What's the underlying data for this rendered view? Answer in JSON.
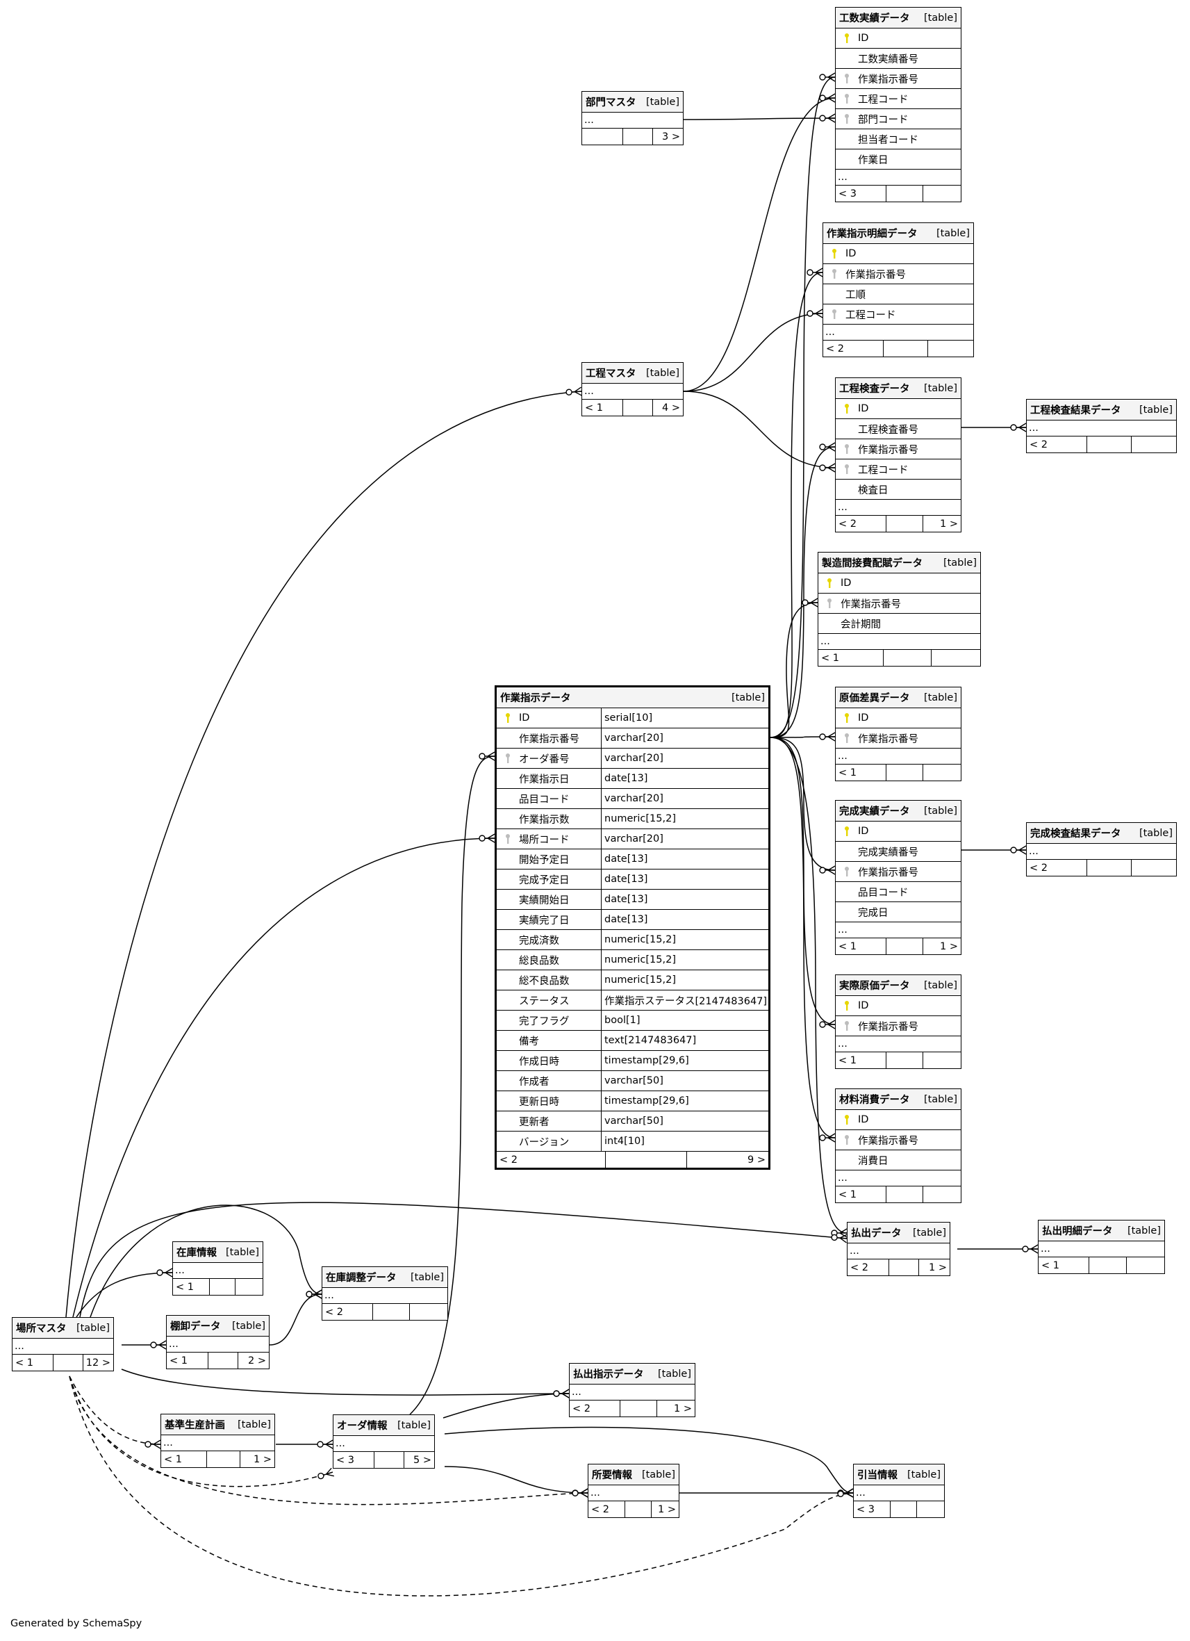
{
  "footer_text": "Generated by SchemaSpy",
  "colors": {
    "pk_key": "#e6d600",
    "fk_key": "#bdbdbd",
    "header_bg": "#f4f4f4"
  },
  "tables": [
    {
      "id": "kosu",
      "name": "工数実績データ",
      "type_label": "[table]",
      "columns": [
        {
          "name": "ID",
          "key": "pk"
        },
        {
          "name": "工数実績番号",
          "key": ""
        },
        {
          "name": "作業指示番号",
          "key": "fk"
        },
        {
          "name": "工程コード",
          "key": "fk"
        },
        {
          "name": "部門コード",
          "key": "fk"
        },
        {
          "name": "担当者コード",
          "key": ""
        },
        {
          "name": "作業日",
          "key": ""
        }
      ],
      "ellipsis": "...",
      "footer": [
        "< 3",
        "",
        ""
      ]
    },
    {
      "id": "bumon",
      "name": "部門マスタ",
      "type_label": "[table]",
      "columns": [],
      "ellipsis": "...",
      "footer": [
        "",
        "",
        "3 >"
      ]
    },
    {
      "id": "meisai",
      "name": "作業指示明細データ",
      "type_label": "[table]",
      "columns": [
        {
          "name": "ID",
          "key": "pk"
        },
        {
          "name": "作業指示番号",
          "key": "fk"
        },
        {
          "name": "工順",
          "key": ""
        },
        {
          "name": "工程コード",
          "key": "fk"
        }
      ],
      "ellipsis": "...",
      "footer": [
        "< 2",
        "",
        ""
      ]
    },
    {
      "id": "kotei",
      "name": "工程マスタ",
      "type_label": "[table]",
      "columns": [],
      "ellipsis": "...",
      "footer": [
        "< 1",
        "",
        "4 >"
      ]
    },
    {
      "id": "kensa",
      "name": "工程検査データ",
      "type_label": "[table]",
      "columns": [
        {
          "name": "ID",
          "key": "pk"
        },
        {
          "name": "工程検査番号",
          "key": ""
        },
        {
          "name": "作業指示番号",
          "key": "fk"
        },
        {
          "name": "工程コード",
          "key": "fk"
        },
        {
          "name": "検査日",
          "key": ""
        }
      ],
      "ellipsis": "...",
      "footer": [
        "< 2",
        "",
        "1 >"
      ]
    },
    {
      "id": "kensakekka",
      "name": "工程検査結果データ",
      "type_label": "[table]",
      "columns": [],
      "ellipsis": "...",
      "footer": [
        "< 2",
        "",
        ""
      ]
    },
    {
      "id": "kansetsu",
      "name": "製造間接費配賦データ",
      "type_label": "[table]",
      "columns": [
        {
          "name": "ID",
          "key": "pk"
        },
        {
          "name": "作業指示番号",
          "key": "fk"
        },
        {
          "name": "会計期間",
          "key": ""
        }
      ],
      "ellipsis": "...",
      "footer": [
        "< 1",
        "",
        ""
      ]
    },
    {
      "id": "main",
      "name": "作業指示データ",
      "type_label": "[table]",
      "main": true,
      "columns": [
        {
          "name": "ID",
          "key": "pk",
          "type": "serial[10]"
        },
        {
          "name": "作業指示番号",
          "key": "",
          "type": "varchar[20]"
        },
        {
          "name": "オーダ番号",
          "key": "fk",
          "type": "varchar[20]"
        },
        {
          "name": "作業指示日",
          "key": "",
          "type": "date[13]"
        },
        {
          "name": "品目コード",
          "key": "",
          "type": "varchar[20]"
        },
        {
          "name": "作業指示数",
          "key": "",
          "type": "numeric[15,2]"
        },
        {
          "name": "場所コード",
          "key": "fk",
          "type": "varchar[20]"
        },
        {
          "name": "開始予定日",
          "key": "",
          "type": "date[13]"
        },
        {
          "name": "完成予定日",
          "key": "",
          "type": "date[13]"
        },
        {
          "name": "実績開始日",
          "key": "",
          "type": "date[13]"
        },
        {
          "name": "実績完了日",
          "key": "",
          "type": "date[13]"
        },
        {
          "name": "完成済数",
          "key": "",
          "type": "numeric[15,2]"
        },
        {
          "name": "総良品数",
          "key": "",
          "type": "numeric[15,2]"
        },
        {
          "name": "総不良品数",
          "key": "",
          "type": "numeric[15,2]"
        },
        {
          "name": "ステータス",
          "key": "",
          "type": "作業指示ステータス[2147483647]"
        },
        {
          "name": "完了フラグ",
          "key": "",
          "type": "bool[1]"
        },
        {
          "name": "備考",
          "key": "",
          "type": "text[2147483647]"
        },
        {
          "name": "作成日時",
          "key": "",
          "type": "timestamp[29,6]"
        },
        {
          "name": "作成者",
          "key": "",
          "type": "varchar[50]"
        },
        {
          "name": "更新日時",
          "key": "",
          "type": "timestamp[29,6]"
        },
        {
          "name": "更新者",
          "key": "",
          "type": "varchar[50]"
        },
        {
          "name": "バージョン",
          "key": "",
          "type": "int4[10]"
        }
      ],
      "footer": [
        "< 2",
        "",
        "9 >"
      ]
    },
    {
      "id": "sai",
      "name": "原価差異データ",
      "type_label": "[table]",
      "columns": [
        {
          "name": "ID",
          "key": "pk"
        },
        {
          "name": "作業指示番号",
          "key": "fk"
        }
      ],
      "ellipsis": "...",
      "footer": [
        "< 1",
        "",
        ""
      ]
    },
    {
      "id": "kansei",
      "name": "完成実績データ",
      "type_label": "[table]",
      "columns": [
        {
          "name": "ID",
          "key": "pk"
        },
        {
          "name": "完成実績番号",
          "key": ""
        },
        {
          "name": "作業指示番号",
          "key": "fk"
        },
        {
          "name": "品目コード",
          "key": ""
        },
        {
          "name": "完成日",
          "key": ""
        }
      ],
      "ellipsis": "...",
      "footer": [
        "< 1",
        "",
        "1 >"
      ]
    },
    {
      "id": "kanseikensa",
      "name": "完成検査結果データ",
      "type_label": "[table]",
      "columns": [],
      "ellipsis": "...",
      "footer": [
        "< 2",
        "",
        ""
      ]
    },
    {
      "id": "jissai",
      "name": "実際原価データ",
      "type_label": "[table]",
      "columns": [
        {
          "name": "ID",
          "key": "pk"
        },
        {
          "name": "作業指示番号",
          "key": "fk"
        }
      ],
      "ellipsis": "...",
      "footer": [
        "< 1",
        "",
        ""
      ]
    },
    {
      "id": "zairyo",
      "name": "材料消費データ",
      "type_label": "[table]",
      "columns": [
        {
          "name": "ID",
          "key": "pk"
        },
        {
          "name": "作業指示番号",
          "key": "fk"
        },
        {
          "name": "消費日",
          "key": ""
        }
      ],
      "ellipsis": "...",
      "footer": [
        "< 1",
        "",
        ""
      ]
    },
    {
      "id": "haraidashi",
      "name": "払出データ",
      "type_label": "[table]",
      "columns": [],
      "ellipsis": "...",
      "footer": [
        "< 2",
        "",
        "1 >"
      ]
    },
    {
      "id": "haraimeisai",
      "name": "払出明細データ",
      "type_label": "[table]",
      "columns": [],
      "ellipsis": "...",
      "footer": [
        "< 1",
        "",
        ""
      ]
    },
    {
      "id": "zaiko",
      "name": "在庫情報",
      "type_label": "[table]",
      "columns": [],
      "ellipsis": "...",
      "footer": [
        "< 1",
        "",
        ""
      ]
    },
    {
      "id": "zaikochosei",
      "name": "在庫調整データ",
      "type_label": "[table]",
      "columns": [],
      "ellipsis": "...",
      "footer": [
        "< 2",
        "",
        ""
      ]
    },
    {
      "id": "basho",
      "name": "場所マスタ",
      "type_label": "[table]",
      "columns": [],
      "ellipsis": "...",
      "footer": [
        "< 1",
        "",
        "12 >"
      ]
    },
    {
      "id": "tanaoroshi",
      "name": "棚卸データ",
      "type_label": "[table]",
      "columns": [],
      "ellipsis": "...",
      "footer": [
        "< 1",
        "",
        "2 >"
      ]
    },
    {
      "id": "haraishiji",
      "name": "払出指示データ",
      "type_label": "[table]",
      "columns": [],
      "ellipsis": "...",
      "footer": [
        "< 2",
        "",
        "1 >"
      ]
    },
    {
      "id": "kijun",
      "name": "基準生産計画",
      "type_label": "[table]",
      "columns": [],
      "ellipsis": "...",
      "footer": [
        "< 1",
        "",
        "1 >"
      ]
    },
    {
      "id": "order",
      "name": "オーダ情報",
      "type_label": "[table]",
      "columns": [],
      "ellipsis": "...",
      "footer": [
        "< 3",
        "",
        "5 >"
      ]
    },
    {
      "id": "shoyo",
      "name": "所要情報",
      "type_label": "[table]",
      "columns": [],
      "ellipsis": "...",
      "footer": [
        "< 2",
        "",
        "1 >"
      ]
    },
    {
      "id": "hikiate",
      "name": "引当情報",
      "type_label": "[table]",
      "columns": [],
      "ellipsis": "...",
      "footer": [
        "< 3",
        "",
        ""
      ]
    }
  ]
}
